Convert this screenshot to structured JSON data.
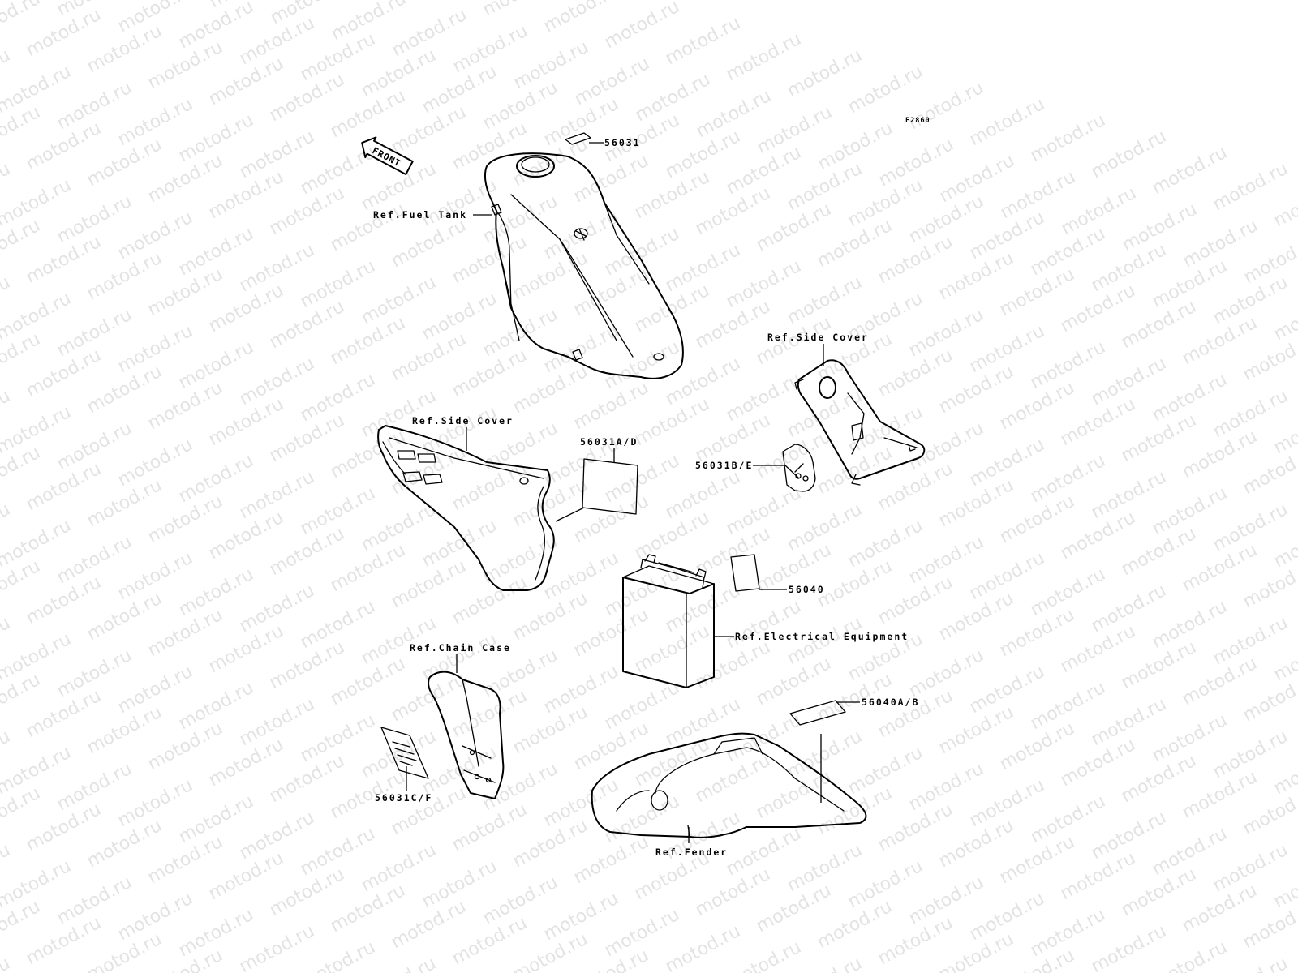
{
  "watermark": "motod.ru",
  "figure_code": "F2860",
  "front_arrow": "FRONT",
  "labels": {
    "p56031": "56031",
    "fuel_tank": "Ref.Fuel Tank",
    "side_cover_right": "Ref.Side Cover",
    "side_cover_left": "Ref.Side Cover",
    "p56031AD": "56031A/D",
    "p56031BE": "56031B/E",
    "p56040": "56040",
    "electrical": "Ref.Electrical Equipment",
    "chain_case": "Ref.Chain Case",
    "p56040AB": "56040A/B",
    "p56031CF": "56031C/F",
    "fender": "Ref.Fender"
  }
}
